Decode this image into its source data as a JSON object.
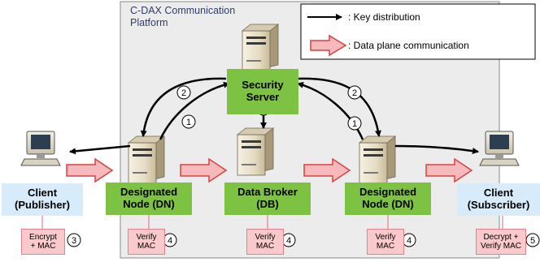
{
  "platform": {
    "title": "C-DAX Communication\nPlatform"
  },
  "legend": {
    "key_distribution": ": Key distribution",
    "data_plane": ": Data plane communication"
  },
  "nodes": {
    "security_server": "Security\nServer",
    "publisher": "Client\n(Publisher)",
    "dn_left": "Designated\nNode (DN)",
    "data_broker": "Data Broker\n(DB)",
    "dn_right": "Designated\nNode (DN)",
    "subscriber": "Client\n(Subscriber)"
  },
  "callouts": {
    "encrypt": "Encrypt\n+ MAC",
    "verify_dn_left": "Verify\nMAC",
    "verify_db": "Verify\nMAC",
    "verify_dn_right": "Verify\nMAC",
    "decrypt": "Decrypt +\nVerify MAC"
  },
  "step_numbers": {
    "one": "1",
    "two": "2",
    "three": "3",
    "four": "4",
    "five": "5"
  },
  "colors": {
    "box_green": "#7dc242",
    "box_blue": "#d7ebfa",
    "callout_pink": "#f9c9cc",
    "arrow_pink": "#f6b9bc",
    "arrow_outline": "#d9423f",
    "platform_bg": "#ececec"
  }
}
